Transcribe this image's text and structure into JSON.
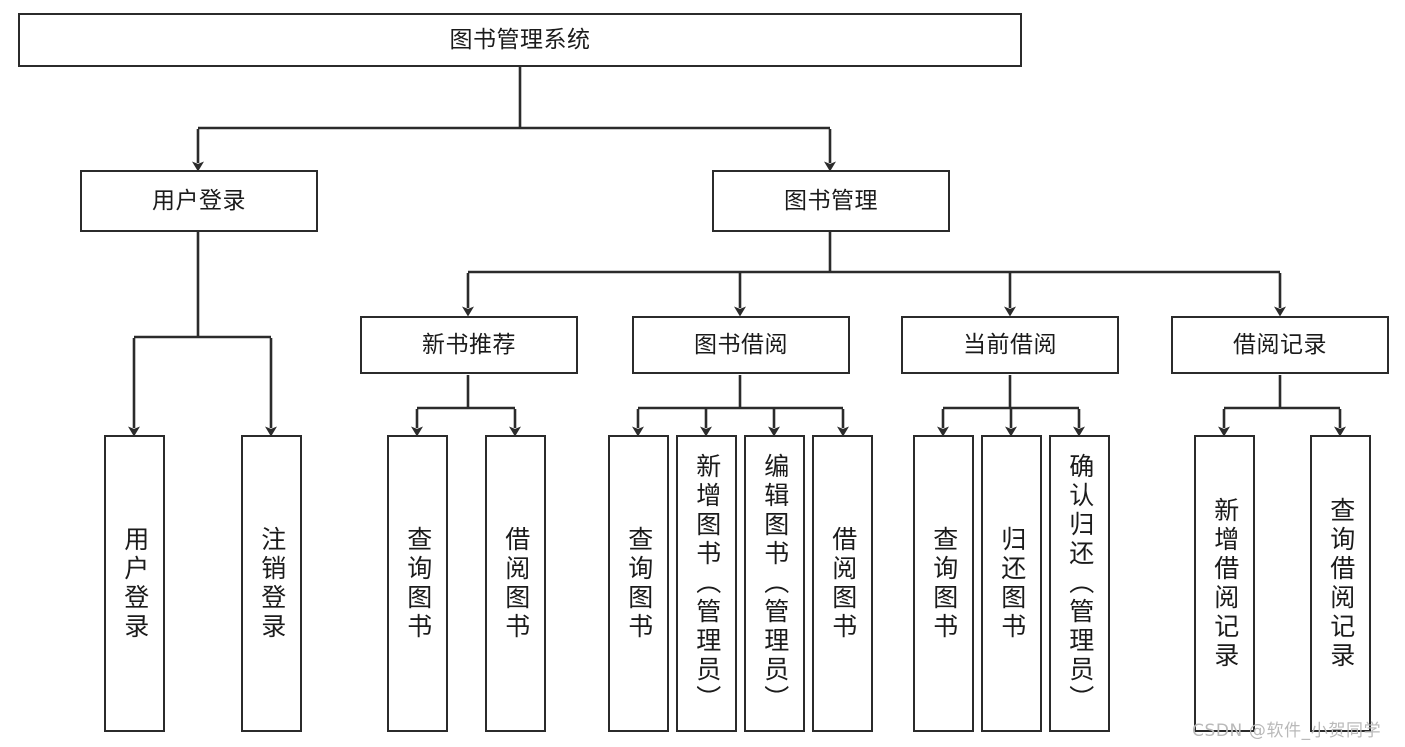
{
  "diagram": {
    "title": "图书管理系统",
    "type": "tree",
    "orientation": "top-down",
    "colors": {
      "box_border": "#2b2b2b",
      "box_fill": "#ffffff",
      "connector": "#2b2b2b",
      "text": "#1b1b1b",
      "watermark": "#b9b9b9",
      "background": "#ffffff"
    },
    "nodes": {
      "root": {
        "label": "图书管理系统"
      },
      "level2": [
        {
          "id": "user-login",
          "label": "用户登录"
        },
        {
          "id": "book-manage",
          "label": "图书管理"
        }
      ],
      "level3": [
        {
          "id": "new-book-recommend",
          "label": "新书推荐"
        },
        {
          "id": "book-borrow",
          "label": "图书借阅"
        },
        {
          "id": "current-borrow",
          "label": "当前借阅"
        },
        {
          "id": "borrow-record",
          "label": "借阅记录"
        }
      ],
      "leaves": {
        "user-login": [
          {
            "id": "leaf-user-login",
            "label": "用户登录"
          },
          {
            "id": "leaf-logout-login",
            "label": "注销登录"
          }
        ],
        "new-book-recommend": [
          {
            "id": "leaf-query-book-1",
            "label": "查询图书"
          },
          {
            "id": "leaf-borrow-book-1",
            "label": "借阅图书"
          }
        ],
        "book-borrow": [
          {
            "id": "leaf-query-book-2",
            "label": "查询图书"
          },
          {
            "id": "leaf-add-book",
            "label": "新增图书（管理员）"
          },
          {
            "id": "leaf-edit-book",
            "label": "编辑图书（管理员）"
          },
          {
            "id": "leaf-borrow-book-2",
            "label": "借阅图书"
          }
        ],
        "current-borrow": [
          {
            "id": "leaf-query-book-3",
            "label": "查询图书"
          },
          {
            "id": "leaf-return-book",
            "label": "归还图书"
          },
          {
            "id": "leaf-confirm-return",
            "label": "确认归还（管理员）"
          }
        ],
        "borrow-record": [
          {
            "id": "leaf-add-record",
            "label": "新增借阅记录"
          },
          {
            "id": "leaf-query-record",
            "label": "查询借阅记录"
          }
        ]
      }
    },
    "watermark": "CSDN @软件_小贺同学"
  }
}
